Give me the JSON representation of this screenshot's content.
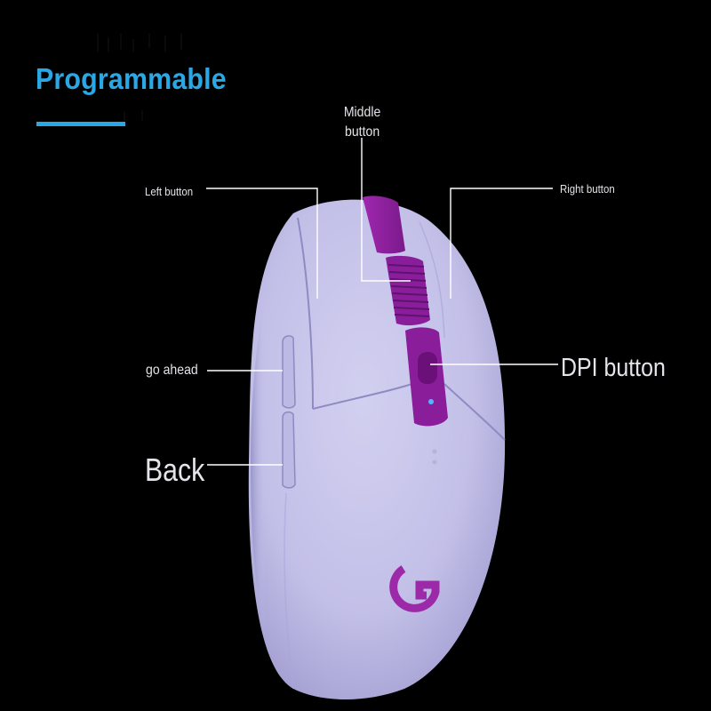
{
  "title": "Programmable",
  "callouts": {
    "middle_button": "Middle\nbutton",
    "left_button": "Left button",
    "right_button": "Right button",
    "go_ahead": "go ahead",
    "dpi_button": "DPI button",
    "back": "Back"
  },
  "colors": {
    "background": "#000000",
    "accent": "#2aa8e6",
    "mouse_body": "#c5c3ea",
    "mouse_buttons": "#8d1f9c",
    "label_text": "#e4e4ea",
    "callout_line": "#ffffff"
  },
  "product": {
    "logo_icon": "g-logo-icon"
  }
}
